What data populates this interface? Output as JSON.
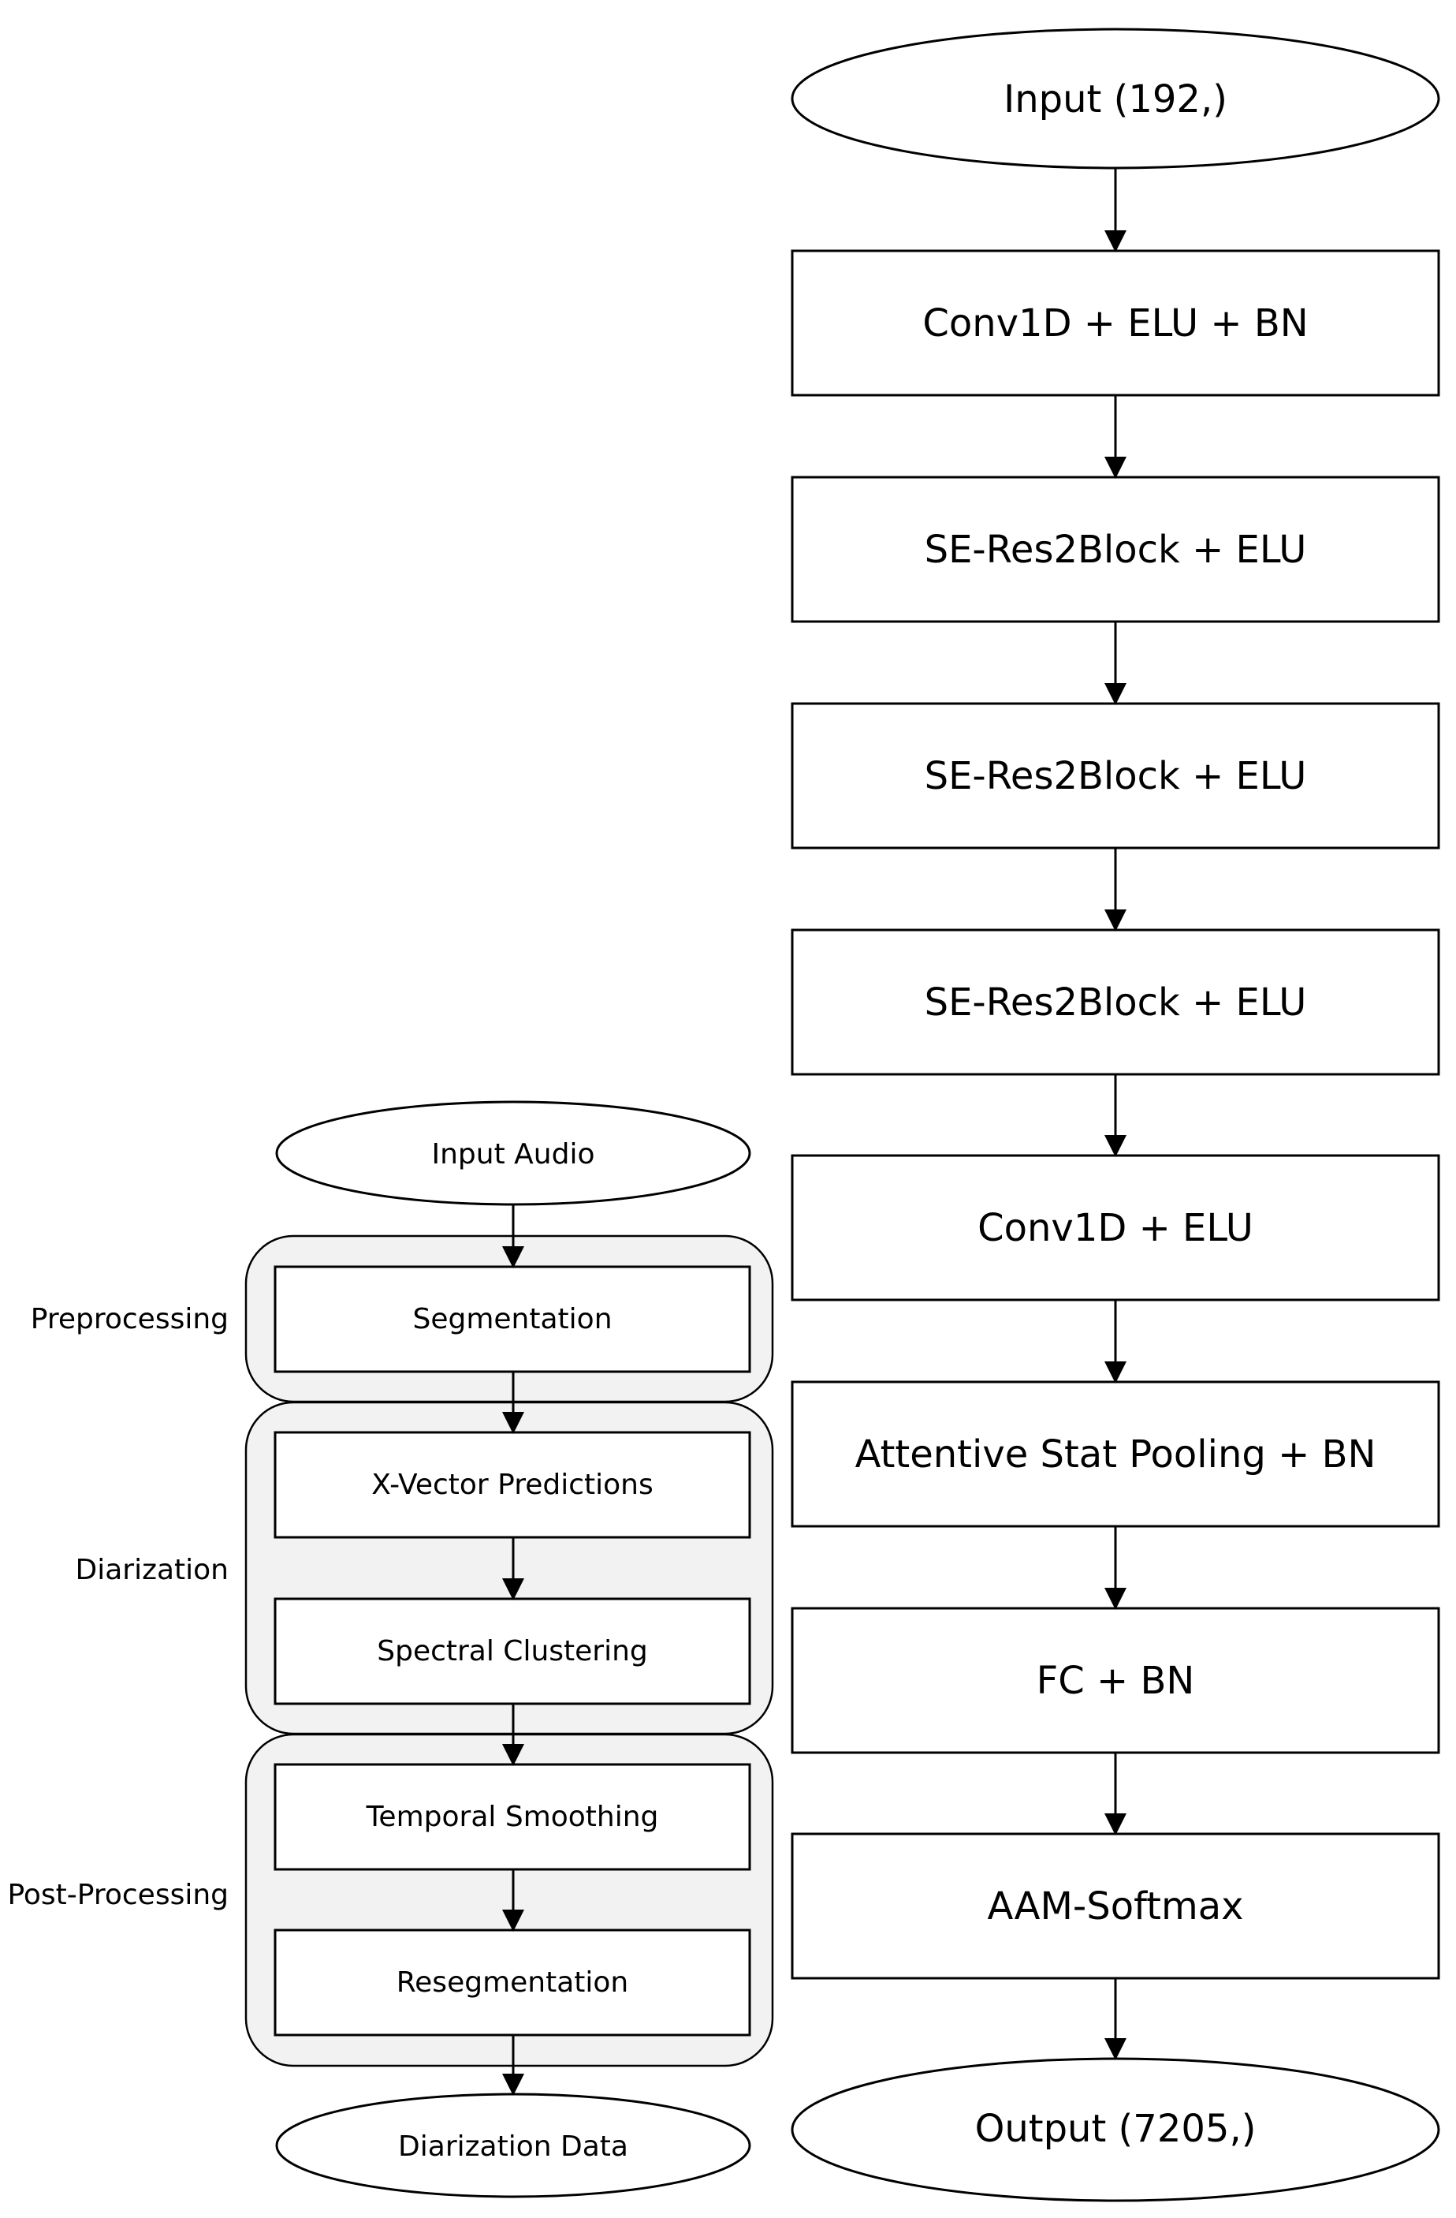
{
  "left_flow": {
    "input": "Input Audio",
    "groups": {
      "preprocessing": "Preprocessing",
      "diarization": "Diarization",
      "post_processing": "Post-Processing"
    },
    "steps": {
      "segmentation": "Segmentation",
      "xvector_predictions": "X-Vector Predictions",
      "spectral_clustering": "Spectral Clustering",
      "temporal_smoothing": "Temporal Smoothing",
      "resegmentation": "Resegmentation"
    },
    "output": "Diarization Data"
  },
  "right_flow": {
    "input": "Input (192,)",
    "layers": {
      "conv_elu_bn": "Conv1D + ELU + BN",
      "se_res2block_1": "SE-Res2Block + ELU",
      "se_res2block_2": "SE-Res2Block + ELU",
      "se_res2block_3": "SE-Res2Block + ELU",
      "conv_elu": "Conv1D + ELU",
      "attentive_pooling": "Attentive Stat Pooling + BN",
      "fc_bn": "FC + BN",
      "aam_softmax": "AAM-Softmax"
    },
    "output": "Output (7205,)"
  }
}
